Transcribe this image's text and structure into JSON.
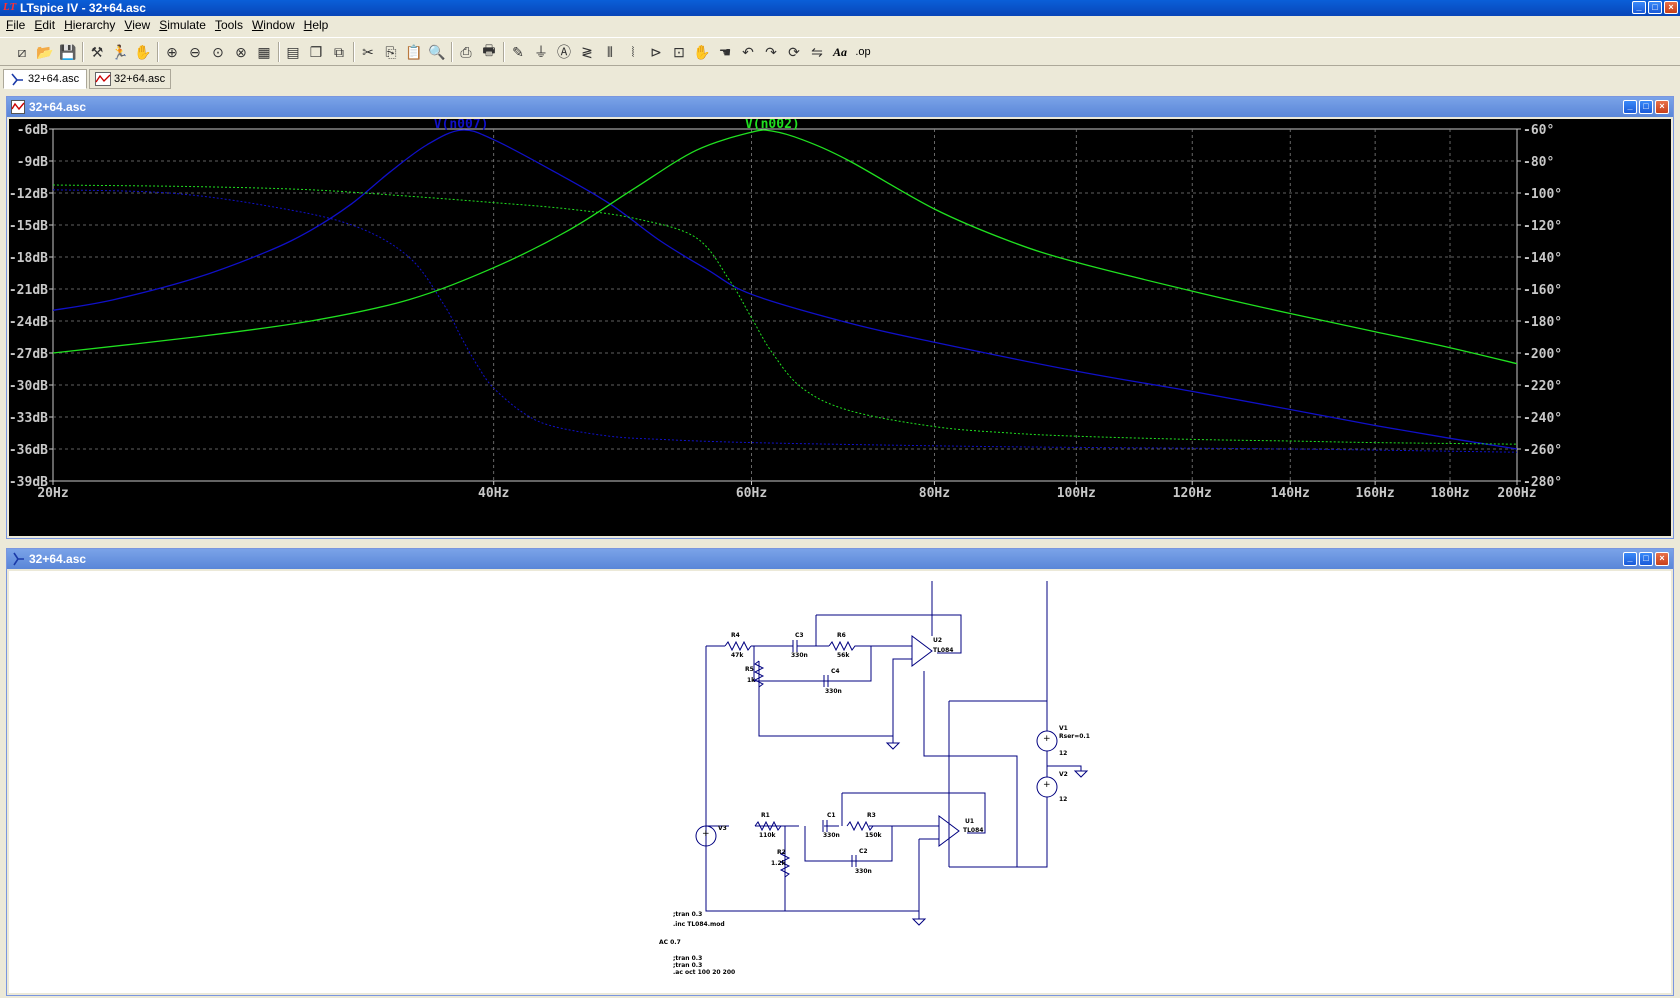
{
  "app": {
    "title": "LTspice IV - 32+64.asc",
    "window_buttons": [
      "_",
      "□",
      "×"
    ]
  },
  "menu": [
    {
      "label": "File",
      "key": "F",
      "rest": "ile"
    },
    {
      "label": "Edit",
      "key": "E",
      "rest": "dit"
    },
    {
      "label": "Hierarchy",
      "key": "H",
      "rest": "ierarchy"
    },
    {
      "label": "View",
      "key": "V",
      "rest": "iew"
    },
    {
      "label": "Simulate",
      "key": "S",
      "rest": "imulate"
    },
    {
      "label": "Tools",
      "key": "T",
      "rest": "ools"
    },
    {
      "label": "Window",
      "key": "W",
      "rest": "indow"
    },
    {
      "label": "Help",
      "key": "H",
      "rest": "elp"
    }
  ],
  "toolbar": {
    "icons": [
      "new-schematic-icon",
      "open-icon",
      "save-icon",
      "control-panel-icon",
      "run-icon",
      "halt-icon",
      "zoom-in-icon",
      "zoom-out-icon",
      "zoom-area-icon",
      "zoom-fit-icon",
      "autorange-icon",
      "tile-icon",
      "cascade-icon",
      "close-all-icon",
      "cut-icon",
      "copy-icon",
      "paste-icon",
      "find-icon",
      "print-setup-icon",
      "print-icon",
      "wire-icon",
      "ground-icon",
      "label-icon",
      "resistor-icon",
      "capacitor-icon",
      "inductor-icon",
      "diode-icon",
      "component-icon",
      "move-icon",
      "drag-icon",
      "undo-icon",
      "redo-icon",
      "rotate-icon",
      "mirror-icon",
      "text-icon",
      "spice-directive-icon"
    ],
    "text_labels": {
      "text": "Aa",
      "directive": ".op"
    }
  },
  "tabs": [
    {
      "label": "32+64.asc",
      "icon": "schematic-icon",
      "active": true
    },
    {
      "label": "32+64.asc",
      "icon": "waveform-icon",
      "active": false
    }
  ],
  "waveform_window": {
    "title": "32+64.asc",
    "chart_data": {
      "type": "line",
      "xscale": "log",
      "xlim": [
        20,
        200
      ],
      "x_ticks": [
        "20Hz",
        "40Hz",
        "60Hz",
        "80Hz",
        "100Hz",
        "120Hz",
        "140Hz",
        "160Hz",
        "180Hz",
        "200Hz"
      ],
      "x_tick_values": [
        20,
        40,
        60,
        80,
        100,
        120,
        140,
        160,
        180,
        200
      ],
      "ylim_left": [
        -39,
        -6
      ],
      "y_left_ticks": [
        "-6dB",
        "-9dB",
        "-12dB",
        "-15dB",
        "-18dB",
        "-21dB",
        "-24dB",
        "-27dB",
        "-30dB",
        "-33dB",
        "-36dB",
        "-39dB"
      ],
      "ylim_right": [
        -280,
        -60
      ],
      "y_right_ticks": [
        "-60°",
        "-80°",
        "-100°",
        "-120°",
        "-140°",
        "-160°",
        "-180°",
        "-200°",
        "-220°",
        "-240°",
        "-260°",
        "-280°"
      ],
      "grid": true,
      "series": [
        {
          "name": "V(n007)",
          "color": "#1010c8",
          "magnitude_db": {
            "x": [
              20,
              22,
              25,
              28,
              30,
              32,
              34,
              36,
              38,
              40,
              44,
              48,
              52,
              56,
              60,
              70,
              80,
              100,
              120,
              140,
              160,
              180,
              200
            ],
            "y": [
              -23,
              -22,
              -20,
              -17.5,
              -15.5,
              -13,
              -10,
              -7.5,
              -6.1,
              -7,
              -10,
              -13,
              -16.5,
              -19.2,
              -21.5,
              -24.2,
              -26,
              -28.7,
              -30.6,
              -32.3,
              -33.8,
              -35,
              -36
            ]
          },
          "phase_deg": {
            "x": [
              20,
              24,
              28,
              32,
              35,
              37,
              38,
              39,
              40,
              42,
              44,
              48,
              52,
              60,
              80,
              100,
              140,
              200
            ],
            "y": [
              -98,
              -100,
              -108,
              -120,
              -140,
              -170,
              -190,
              -208,
              -222,
              -238,
              -246,
              -252,
              -254,
              -256,
              -258,
              -259,
              -260,
              -262
            ]
          }
        },
        {
          "name": "V(n002)",
          "color": "#20e020",
          "magnitude_db": {
            "x": [
              20,
              25,
              30,
              35,
              40,
              45,
              50,
              55,
              60,
              62,
              65,
              70,
              80,
              90,
              100,
              120,
              140,
              160,
              180,
              200
            ],
            "y": [
              -27,
              -25.5,
              -24,
              -22,
              -19,
              -15.5,
              -11.5,
              -8,
              -6.3,
              -6.2,
              -7,
              -9,
              -13.5,
              -16.5,
              -18.5,
              -21.2,
              -23.3,
              -25,
              -26.5,
              -28
            ]
          },
          "phase_deg": {
            "x": [
              20,
              25,
              30,
              35,
              40,
              45,
              50,
              55,
              58,
              60,
              62,
              65,
              70,
              80,
              90,
              100,
              120,
              140,
              160,
              200
            ],
            "y": [
              -95,
              -96,
              -98,
              -102,
              -106,
              -110,
              -116,
              -128,
              -155,
              -178,
              -200,
              -222,
              -236,
              -246,
              -250,
              -252,
              -254,
              -255,
              -256,
              -257
            ]
          }
        }
      ]
    }
  },
  "schematic_window": {
    "title": "32+64.asc",
    "components": [
      {
        "ref": "R4",
        "value": "47k"
      },
      {
        "ref": "C3",
        "value": "330n"
      },
      {
        "ref": "R6",
        "value": "56k"
      },
      {
        "ref": "U2",
        "value": "TL084"
      },
      {
        "ref": "R5",
        "value": "1k"
      },
      {
        "ref": "C4",
        "value": "330n"
      },
      {
        "ref": "V1",
        "value": "12",
        "extra": "Rser=0.1"
      },
      {
        "ref": "V2",
        "value": "12"
      },
      {
        "ref": "V3",
        "value": ""
      },
      {
        "ref": "R1",
        "value": "110k"
      },
      {
        "ref": "C1",
        "value": "330n"
      },
      {
        "ref": "R3",
        "value": "150k"
      },
      {
        "ref": "U1",
        "value": "TL084"
      },
      {
        "ref": "R2",
        "value": "1.2k"
      },
      {
        "ref": "C2",
        "value": "330n"
      }
    ],
    "directives": [
      ";tran 0.3",
      ".inc TL084.mod",
      "AC 0.7",
      ";tran 0.3",
      ";tran 0.3",
      ".ac oct 100 20 200"
    ]
  }
}
